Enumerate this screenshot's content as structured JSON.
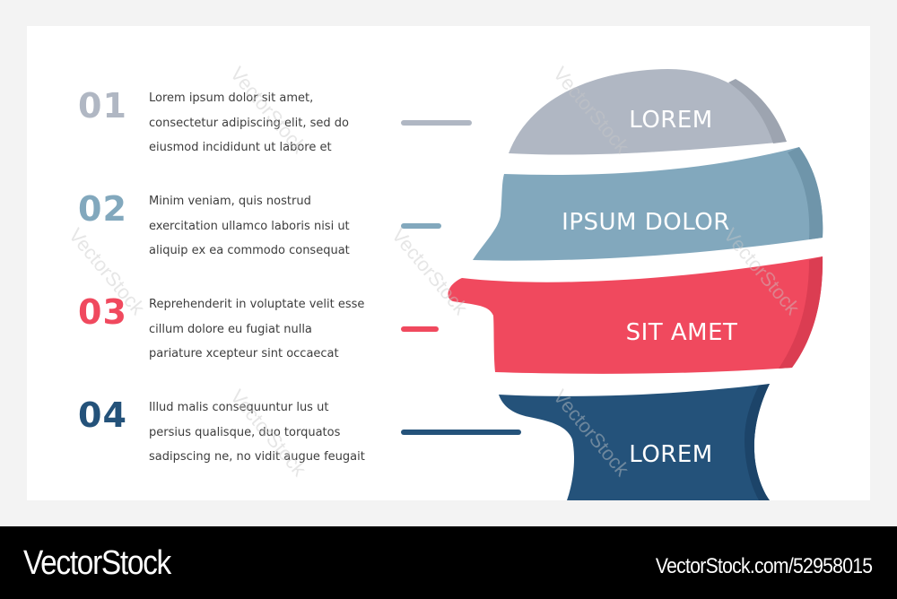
{
  "colors": {
    "background": "#f3f3f3",
    "card": "#ffffff",
    "step1": "#b0b7c3",
    "step1_shade": "#9da4b0",
    "step2": "#82a8bd",
    "step2_shade": "#6f95aa",
    "step3": "#f0495e",
    "step3_shade": "#db3d52",
    "step4": "#24527a",
    "step4_shade": "#1c4469",
    "body_text": "#3d3d3d",
    "footer": "#000000"
  },
  "steps": [
    {
      "number": "01",
      "text": "Lorem ipsum dolor sit amet,\nconsectetur adipiscing elit, sed do\neiusmod incididunt ut labore et",
      "band_label": "LOREM",
      "color": "#b0b7c3"
    },
    {
      "number": "02",
      "text": "Minim veniam, quis nostrud\nexercitation ullamco laboris nisi ut\naliquip ex ea commodo consequat",
      "band_label": "IPSUM DOLOR",
      "color": "#82a8bd"
    },
    {
      "number": "03",
      "text": "Reprehenderit in voluptate velit esse\ncillum dolore eu fugiat nulla\npariature xcepteur sint occaecat",
      "band_label": "SIT AMET",
      "color": "#f0495e"
    },
    {
      "number": "04",
      "text": "Illud malis consequuntur lus ut\npersius qualisque, duo torquatos\nsadipscing ne, no vidit augue feugait",
      "band_label": "LOREM",
      "color": "#24527a"
    }
  ],
  "footer": {
    "brand": "VectorStock",
    "reference": "VectorStock.com/52958015"
  },
  "watermark": "VectorStock"
}
